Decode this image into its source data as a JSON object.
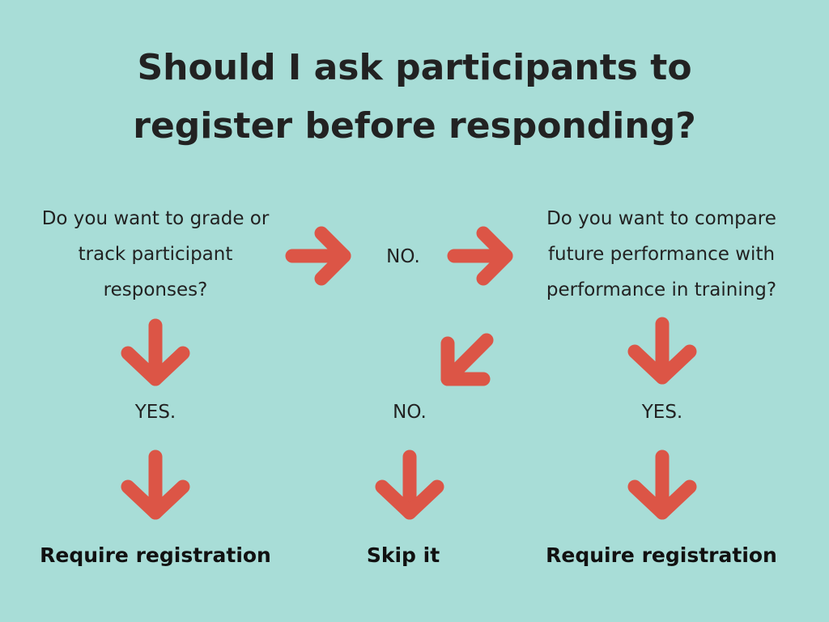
{
  "title": {
    "line1": "Should I ask participants to",
    "line2": "register before responding?"
  },
  "questions": {
    "left": {
      "line1": "Do you want to grade or",
      "line2": "track participant",
      "line3": "responses?"
    },
    "right": {
      "line1": "Do you want to compare",
      "line2": "future performance with",
      "line3": "performance in training?"
    }
  },
  "answers": {
    "no_top": "NO.",
    "yes_left": "YES.",
    "no_mid": "NO.",
    "yes_right": "YES."
  },
  "outcomes": {
    "left": "Require registration",
    "mid": "Skip it",
    "right": "Require registration"
  },
  "colors": {
    "background": "#a8ddd7",
    "arrow": "#dc5546",
    "text": "#222222"
  },
  "icons": {
    "arrow": "arrow-icon"
  }
}
